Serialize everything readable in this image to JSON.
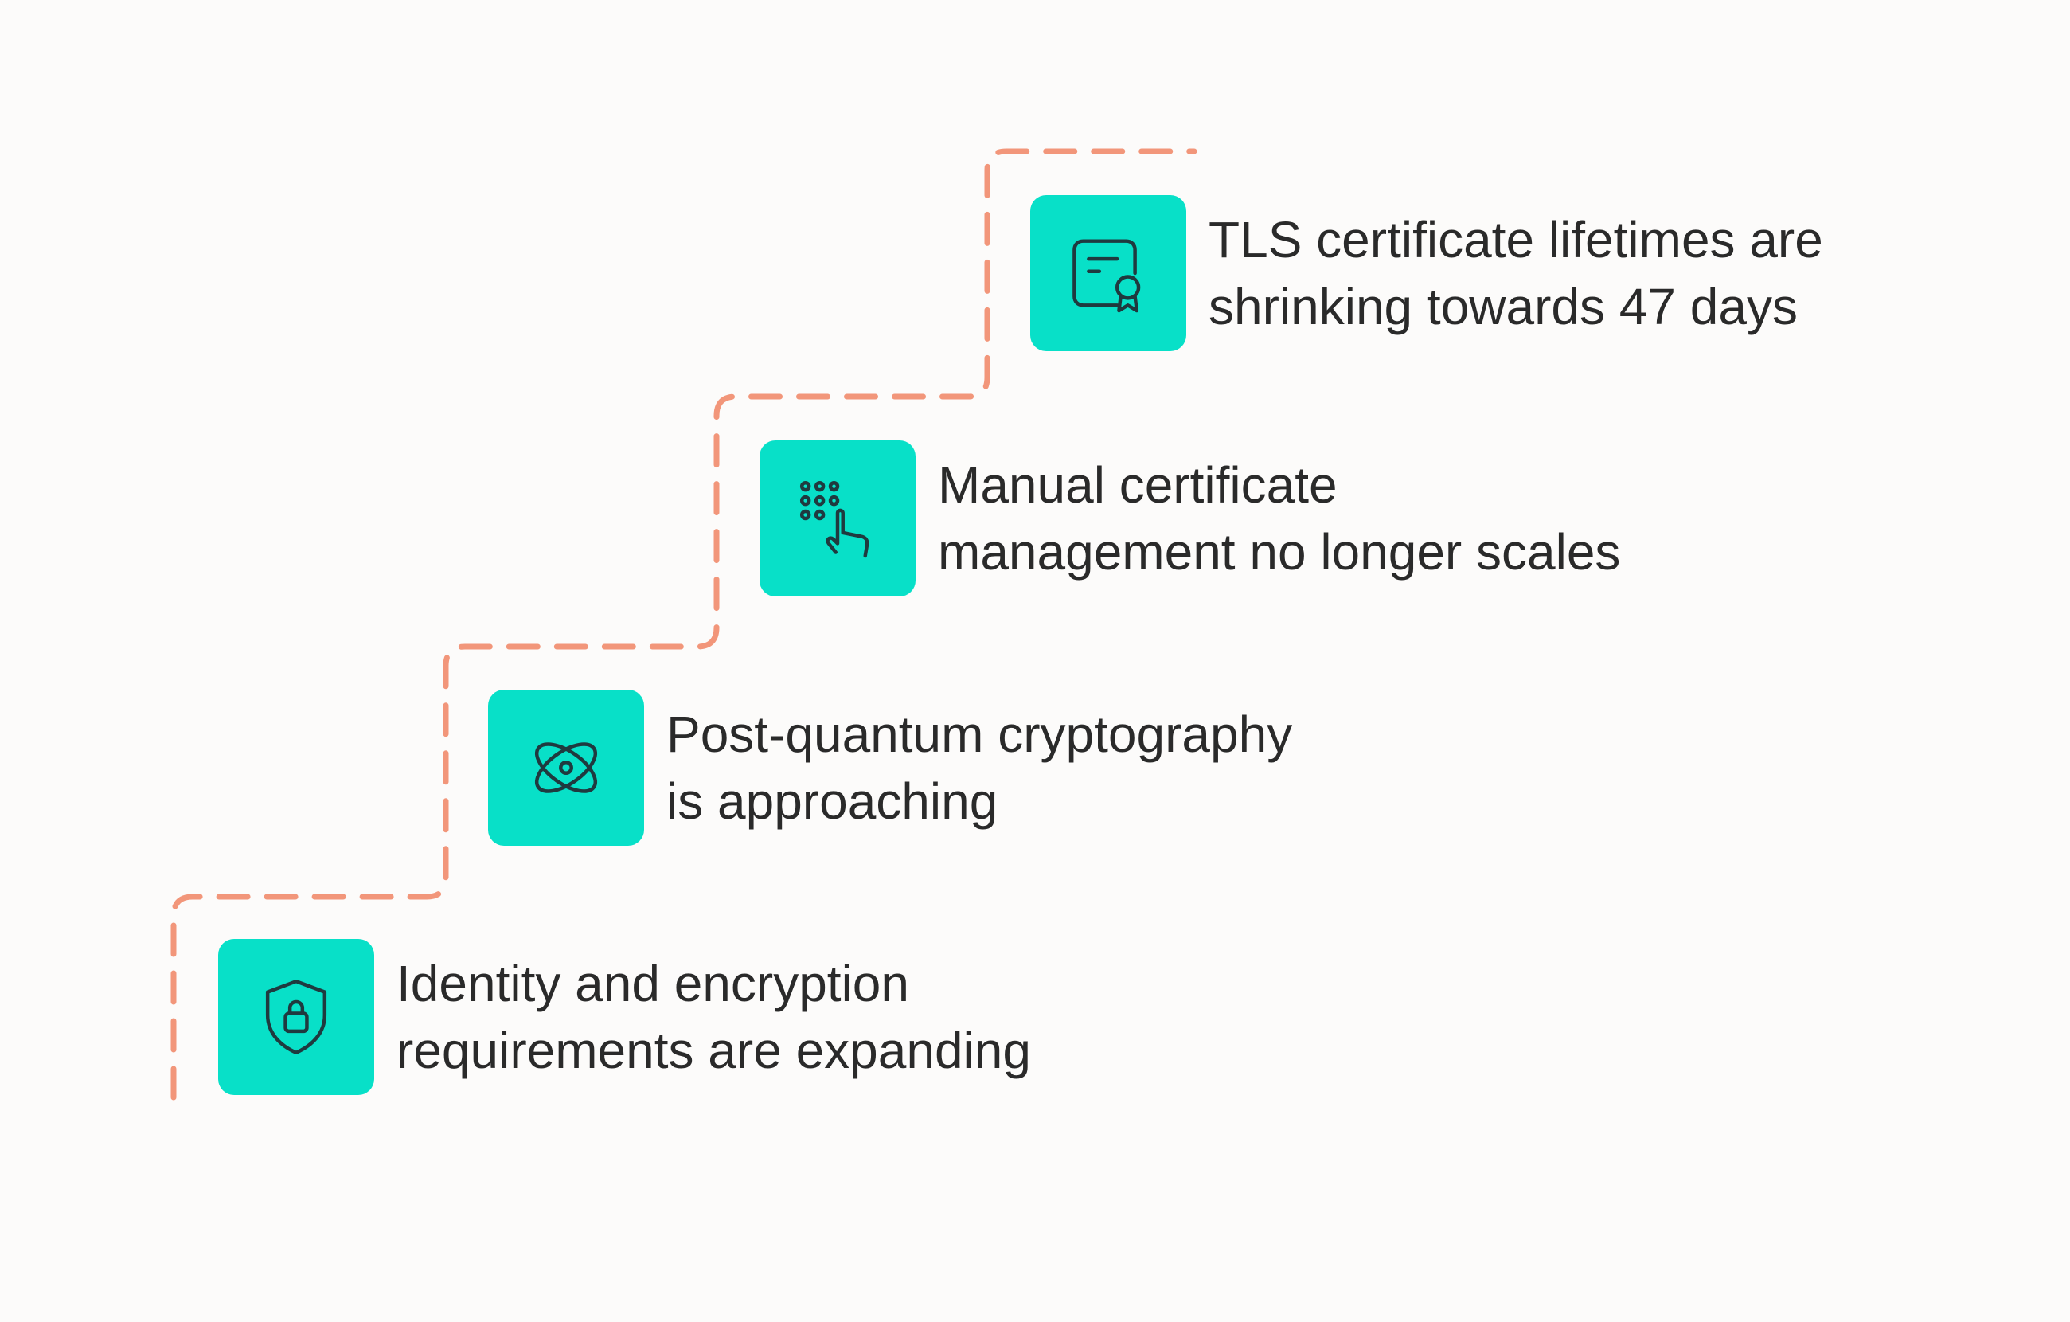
{
  "theme": {
    "background": "#fcfbfa",
    "tile_color": "#08e0c8",
    "icon_stroke": "#1f3a3f",
    "path_color": "#f2967a",
    "text_color": "#2a2a2a"
  },
  "steps": [
    {
      "icon": "shield-lock-icon",
      "line1": "Identity and encryption",
      "line2": "requirements are expanding"
    },
    {
      "icon": "atom-icon",
      "line1": "Post-quantum cryptography",
      "line2": "is approaching"
    },
    {
      "icon": "keypad-hand-icon",
      "line1": "Manual certificate",
      "line2": "management no longer scales"
    },
    {
      "icon": "certificate-icon",
      "line1": "TLS certificate lifetimes are",
      "line2": "shrinking towards 47 days"
    }
  ]
}
